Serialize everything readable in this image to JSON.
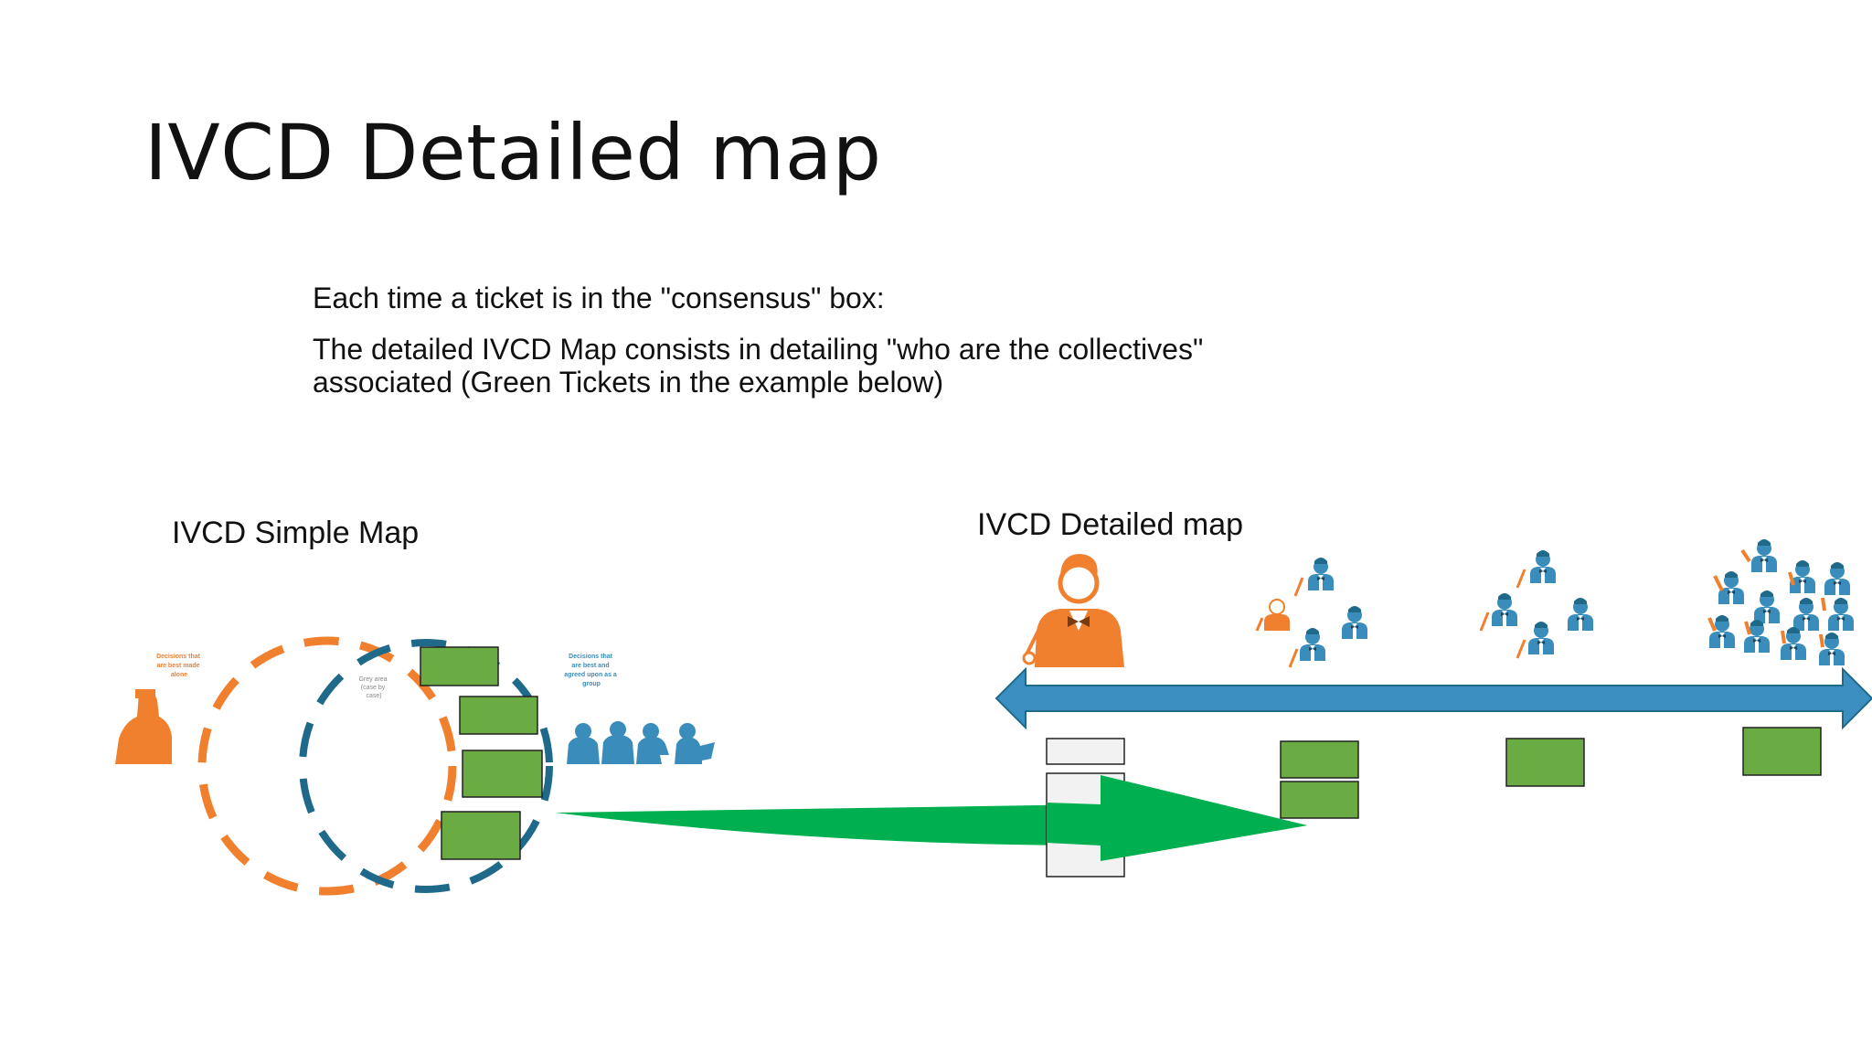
{
  "title": "IVCD Detailed map",
  "intro": {
    "line1": "Each time a ticket is in the \"consensus\" box:",
    "line2": "The detailed IVCD Map consists in detailing \"who are the collectives\" associated (Green Tickets in the example below)"
  },
  "simple_map": {
    "label": "IVCD Simple Map",
    "alone_text": [
      "Decisions that",
      "are best made",
      "alone"
    ],
    "grey_text": [
      "Grey area",
      "(case by",
      "case)"
    ],
    "group_text": [
      "Decisions that",
      "are best and",
      "agreed upon as a",
      "group"
    ]
  },
  "detailed_map": {
    "label": "IVCD Detailed map"
  },
  "colors": {
    "orange": "#f07f2e",
    "teal_dark": "#1f6a8a",
    "blue": "#3a8dbb",
    "ticket_green": "#6bab43",
    "arrow_green": "#00b050",
    "axis_blue": "#3b8fc0"
  }
}
